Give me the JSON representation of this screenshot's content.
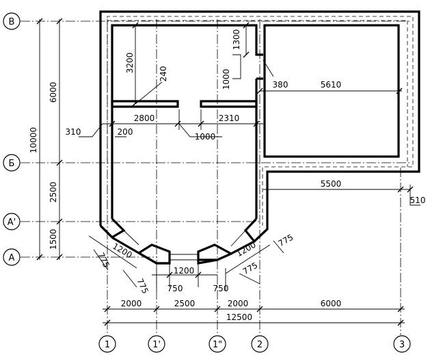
{
  "axes_rows": [
    "В",
    "Б",
    "А'",
    "А"
  ],
  "axes_cols": [
    "1",
    "1'",
    "1\"",
    "2",
    "3"
  ],
  "dims_left": {
    "total": "10000",
    "d6000": "6000",
    "d2500": "2500",
    "d1500": "1500"
  },
  "dims_bottom": {
    "d2000a": "2000",
    "d2500": "2500",
    "d2000b": "2000",
    "d6000": "6000",
    "total": "12500"
  },
  "dims_inner": {
    "d3200": "3200",
    "d240": "240",
    "d1300": "1300",
    "d1000v": "1000",
    "d380": "380",
    "d5610": "5610",
    "d2800": "2800",
    "d2310": "2310",
    "d1000h": "1000",
    "d310": "310",
    "d200": "200",
    "d5500": "5500",
    "d510": "510",
    "d775a": "775",
    "d775b": "775",
    "d775c": "775",
    "d775d": "775",
    "d1200a": "1200",
    "d1200b": "1200",
    "d1200c": "1200",
    "d750a": "750",
    "d750b": "750"
  }
}
